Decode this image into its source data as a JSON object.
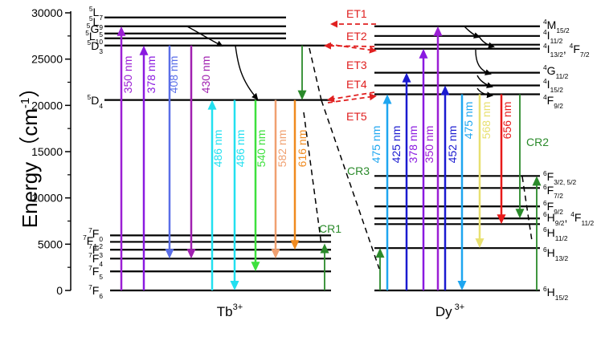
{
  "axis": {
    "ylabel": "Energy",
    "yunit": "（cm",
    "yunit_exp": "-1",
    "yunit_close": "）",
    "ymin": 0,
    "ymax": 30000,
    "ticks": [
      "0",
      "5000",
      "10000",
      "15000",
      "20000",
      "25000",
      "30000"
    ],
    "tick_values": [
      0,
      5000,
      10000,
      15000,
      20000,
      25000,
      30000
    ]
  },
  "tb": {
    "ion": "Tb",
    "charge": "3+",
    "levels": [
      {
        "id": "5L7",
        "sup": "5",
        "main": "L",
        "sub": "7",
        "energy": 29500
      },
      {
        "id": "5L9",
        "sup": "5",
        "main": "L",
        "sub": "9",
        "energy": 28550
      },
      {
        "id": "5G5",
        "sup": "5",
        "main": "G",
        "sub": "5",
        "energy": 27770
      },
      {
        "id": "5L10",
        "sup": "5",
        "main": "L",
        "sub": "10",
        "energy": 27250
      },
      {
        "id": "5D3",
        "sup": "5",
        "main": "D",
        "sub": "3",
        "energy": 26470
      },
      {
        "id": "5D4",
        "sup": "5",
        "main": "D",
        "sub": "4",
        "energy": 20580
      },
      {
        "id": "7F0",
        "sup": "7",
        "main": "F",
        "sub": "0",
        "energy": 5950
      },
      {
        "id": "7F12",
        "sup": "7",
        "main": "F",
        "sub": "1,2",
        "energy": 5250
      },
      {
        "id": "7F3",
        "sup": "7",
        "main": "F",
        "sub": "3",
        "energy": 4400
      },
      {
        "id": "7F4",
        "sup": "7",
        "main": "F",
        "sub": "4",
        "energy": 3440
      },
      {
        "id": "7F5",
        "sup": "7",
        "main": "F",
        "sub": "5",
        "energy": 2060
      },
      {
        "id": "7F6",
        "sup": "7",
        "main": "F",
        "sub": "6",
        "energy": 0
      }
    ],
    "transitions": [
      {
        "label": "350 nm",
        "color": "#9b1fd4",
        "from": 0,
        "to": 28550,
        "dir": "up"
      },
      {
        "label": "378 nm",
        "color": "#8a1ae0",
        "from": 0,
        "to": 26470,
        "dir": "up"
      },
      {
        "label": "408 nm",
        "color": "#5a6ee8",
        "from": 26470,
        "to": 3440,
        "dir": "down"
      },
      {
        "label": "430 nm",
        "color": "#a020b0",
        "from": 26470,
        "to": 3440,
        "dir": "down"
      },
      {
        "label": "486 nm",
        "color": "#22e0f0",
        "from": 0,
        "to": 20580,
        "dir": "up"
      },
      {
        "label": "486 nm",
        "color": "#22e0f0",
        "from": 20580,
        "to": 0,
        "dir": "down"
      },
      {
        "label": "540 nm",
        "color": "#3de03d",
        "from": 20580,
        "to": 2060,
        "dir": "down"
      },
      {
        "label": "582 nm",
        "color": "#f0a070",
        "from": 20580,
        "to": 3440,
        "dir": "down"
      },
      {
        "label": "616 nm",
        "color": "#f08a1e",
        "from": 20580,
        "to": 4400,
        "dir": "down"
      }
    ]
  },
  "dy": {
    "ion": "Dy",
    "charge": "3+",
    "levels": [
      {
        "id": "4M152",
        "sup": "4",
        "main": "M",
        "sub": "15/2",
        "energy": 28550,
        "label": true
      },
      {
        "id": "4I112",
        "sup": "4",
        "main": "I",
        "sub": "11/2",
        "energy": 27500,
        "label": true
      },
      {
        "id": "4I132",
        "sup": "4",
        "main": "I",
        "sub": "13/2",
        "energy": 26560,
        "label": true,
        "extra_sup": "4",
        "extra_main": "F",
        "extra_sub": "7/2"
      },
      {
        "id": "4F72",
        "energy": 26120,
        "label": false
      },
      {
        "id": "4G112",
        "sup": "4",
        "main": "G",
        "sub": "11/2",
        "energy": 23530,
        "label": true
      },
      {
        "id": "4I152",
        "sup": "4",
        "main": "I",
        "sub": "15/2",
        "energy": 22150,
        "label": true
      },
      {
        "id": "4F92",
        "sup": "4",
        "main": "F",
        "sub": "9/2",
        "energy": 21200,
        "label": true
      },
      {
        "id": "6F32",
        "sup": "6",
        "main": "F",
        "sub": "3/2, 5/2",
        "energy": 12370,
        "label": true
      },
      {
        "id": "6F72",
        "sup": "6",
        "main": "F",
        "sub": "7/2",
        "energy": 11070,
        "label": true
      },
      {
        "id": "6F92",
        "sup": "6",
        "main": "F",
        "sub": "9/2",
        "energy": 9080,
        "label": true
      },
      {
        "id": "6H92",
        "sup": "6",
        "main": "H",
        "sub": "9/2",
        "energy": 7780,
        "label": true,
        "extra_sup": "4",
        "extra_main": "F",
        "extra_sub": "11/2"
      },
      {
        "id": "6H112",
        "sup": "6",
        "main": "H",
        "sub": "11/2",
        "energy": 7170,
        "label": true
      },
      {
        "id": "6H132",
        "sup": "6",
        "main": "H",
        "sub": "13/2",
        "energy": 4580,
        "label": true
      },
      {
        "id": "6H152",
        "sup": "6",
        "main": "H",
        "sub": "15/2",
        "energy": 0,
        "label": true
      }
    ],
    "transitions": [
      {
        "label": "475 nm",
        "color": "#1ea6f0",
        "from": 0,
        "to": 21200,
        "dir": "up"
      },
      {
        "label": "425 nm",
        "color": "#1a1ad0",
        "from": 0,
        "to": 23530,
        "dir": "up"
      },
      {
        "label": "378 nm",
        "color": "#8a1ae0",
        "from": 0,
        "to": 26120,
        "dir": "up"
      },
      {
        "label": "350 nm",
        "color": "#9b1fd4",
        "from": 0,
        "to": 28550,
        "dir": "up"
      },
      {
        "label": "452 nm",
        "color": "#1a1ad0",
        "from": 0,
        "to": 22150,
        "dir": "up"
      },
      {
        "label": "475 nm",
        "color": "#1ea6f0",
        "from": 21200,
        "to": 0,
        "dir": "down"
      },
      {
        "label": "568 nm",
        "color": "#e8e070",
        "from": 21200,
        "to": 4580,
        "dir": "down"
      },
      {
        "label": "656 nm",
        "color": "#e81a1a",
        "from": 21200,
        "to": 7170,
        "dir": "down"
      }
    ]
  },
  "energy_transfer": [
    "ET1",
    "ET2",
    "ET3",
    "ET4",
    "ET5"
  ],
  "cross_relaxation": [
    "CR1",
    "CR2",
    "CR3"
  ],
  "colors": {
    "et": "#e02020",
    "cr": "#2a8a2a",
    "level": "#000000"
  }
}
